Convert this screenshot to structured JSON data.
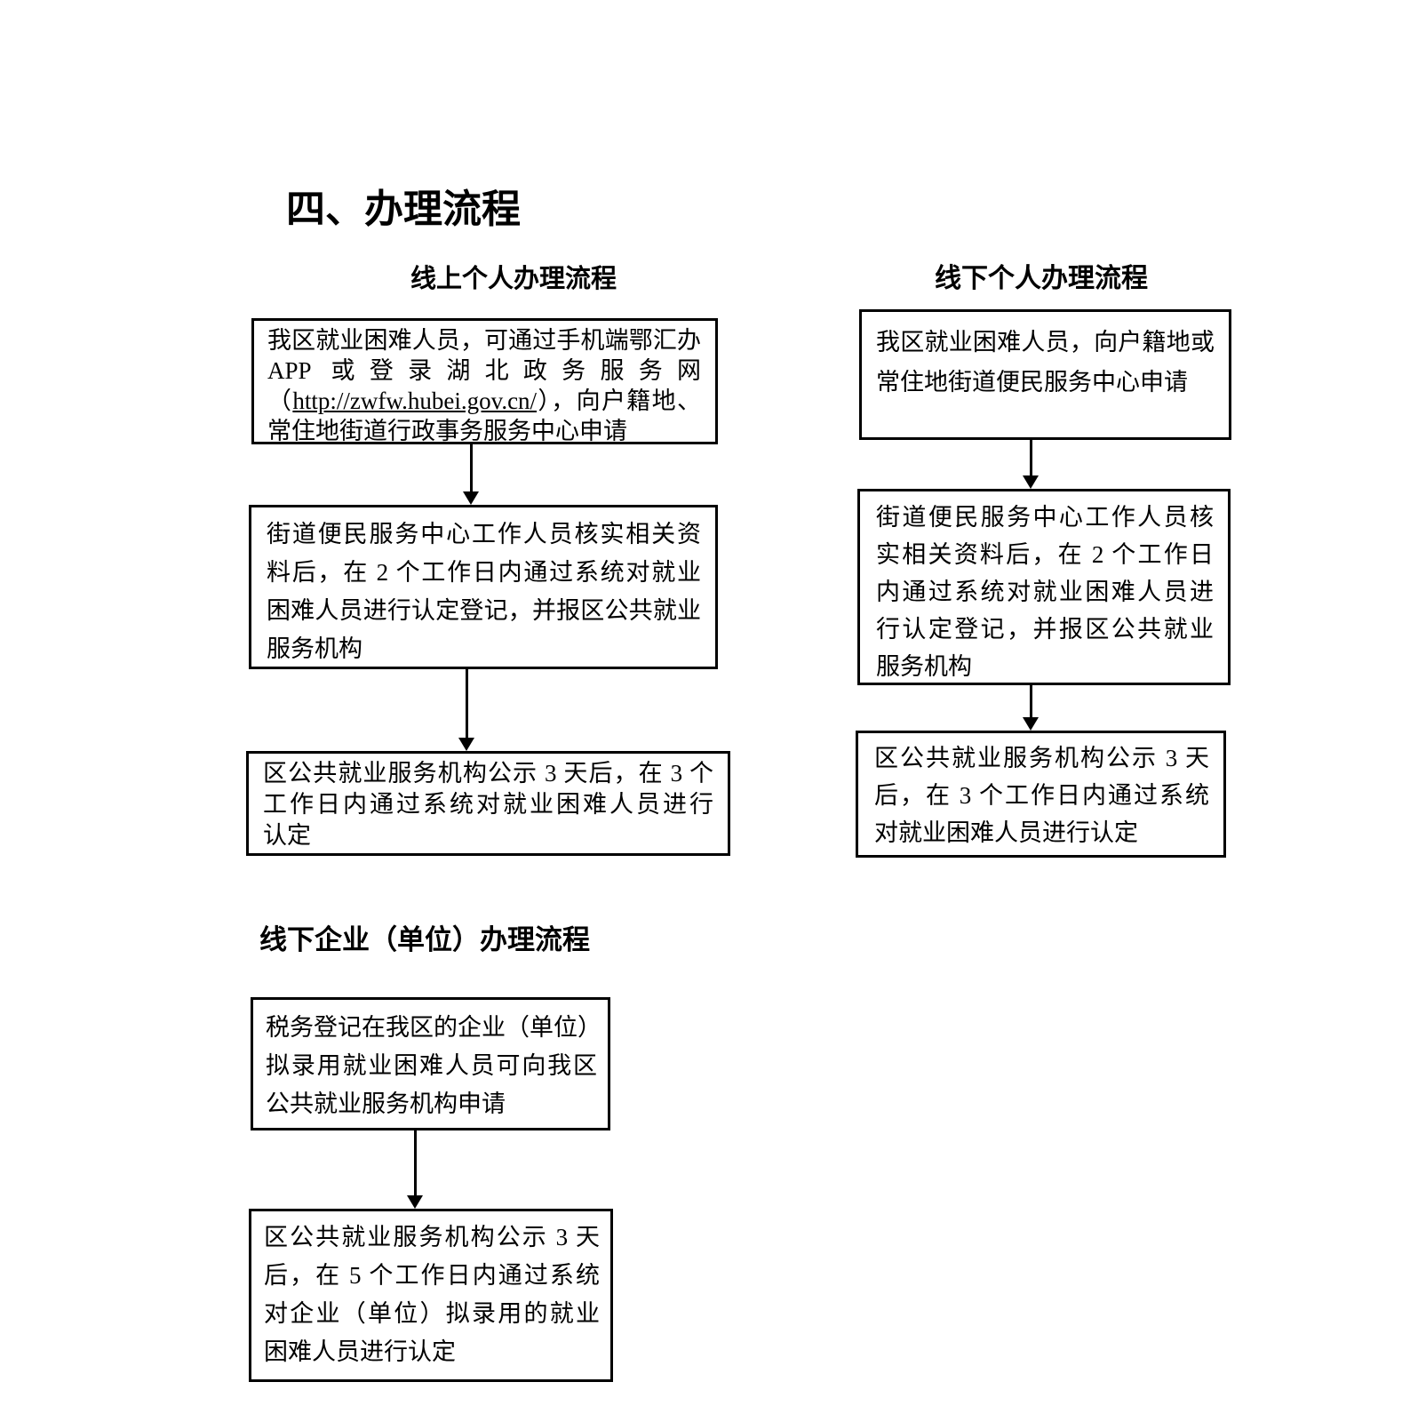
{
  "page": {
    "title": "四、办理流程",
    "background_color": "#ffffff",
    "text_color": "#000000"
  },
  "flows": {
    "online_personal": {
      "heading": "线上个人办理流程",
      "step1": {
        "line1": "我区就业困难人员，可通过手机端鄂汇办",
        "line2": "APP 或登录湖北政务服务网",
        "line3_open": "（",
        "line3_link": "http://zwfw.hubei.gov.cn/",
        "line3_rest": "），向户籍地、",
        "line4": "常住地街道行政事务服务中心申请"
      },
      "step2": {
        "lines": [
          "街道便民服务中心工作人员核实相关资",
          "料后，在 2 个工作日内通过系统对就业",
          "困难人员进行认定登记，并报区公共就业",
          "服务机构"
        ]
      },
      "step3": {
        "lines": [
          "区公共就业服务机构公示 3 天后，在 3 个",
          "工作日内通过系统对就业困难人员进行",
          "认定"
        ]
      }
    },
    "offline_personal": {
      "heading": "线下个人办理流程",
      "step1": {
        "lines": [
          "我区就业困难人员，向户籍地或",
          "常住地街道便民服务中心申请"
        ]
      },
      "step2": {
        "lines": [
          "街道便民服务中心工作人员核",
          "实相关资料后，在 2 个工作日",
          "内通过系统对就业困难人员进",
          "行认定登记，并报区公共就业",
          "服务机构"
        ]
      },
      "step3": {
        "lines": [
          "区公共就业服务机构公示 3 天",
          "后，在 3 个工作日内通过系统",
          "对就业困难人员进行认定"
        ]
      }
    },
    "offline_company": {
      "heading": "线下企业（单位）办理流程",
      "step1": {
        "lines": [
          "税务登记在我区的企业（单位）",
          "拟录用就业困难人员可向我区",
          "公共就业服务机构申请"
        ]
      },
      "step2": {
        "lines": [
          "区公共就业服务机构公示 3 天",
          "后，在 5 个工作日内通过系统",
          "对企业（单位）拟录用的就业",
          "困难人员进行认定"
        ]
      }
    }
  }
}
